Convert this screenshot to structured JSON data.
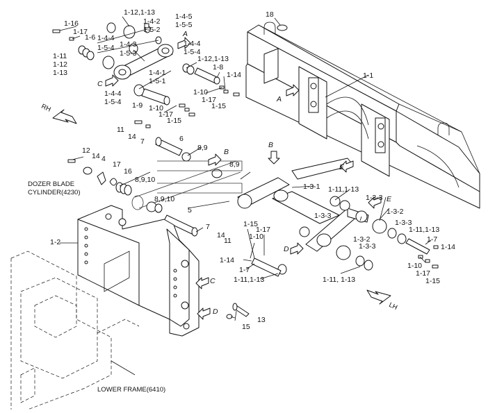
{
  "diagram": {
    "callouts": [
      {
        "id": "c1",
        "text": "1-12,1-13"
      },
      {
        "id": "c2",
        "text": "1-16"
      },
      {
        "id": "c3",
        "text": "1-17"
      },
      {
        "id": "c4",
        "text": "1-6"
      },
      {
        "id": "c5",
        "text": "1-4-5"
      },
      {
        "id": "c6",
        "text": "1-4-2"
      },
      {
        "id": "c7",
        "text": "1-5-5"
      },
      {
        "id": "c8",
        "text": "1-5-2"
      },
      {
        "id": "c9",
        "text": "1-4-4"
      },
      {
        "id": "c10",
        "text": "1-4-3"
      },
      {
        "id": "c11",
        "text": "1-5-4"
      },
      {
        "id": "c12",
        "text": "1-5-3"
      },
      {
        "id": "c13",
        "text": "1-4-4"
      },
      {
        "id": "c14",
        "text": "1-5-4"
      },
      {
        "id": "c15",
        "text": "1-11"
      },
      {
        "id": "c16",
        "text": "1-12"
      },
      {
        "id": "c17",
        "text": "1-13"
      },
      {
        "id": "c18",
        "text": "1-12,1-13"
      },
      {
        "id": "c19",
        "text": "1-8"
      },
      {
        "id": "c20",
        "text": "1-14"
      },
      {
        "id": "c21",
        "text": "1-4-1"
      },
      {
        "id": "c22",
        "text": "1-5-1"
      },
      {
        "id": "c23",
        "text": "1-4-4"
      },
      {
        "id": "c24",
        "text": "1-5-4"
      },
      {
        "id": "c25",
        "text": "1-9"
      },
      {
        "id": "c26",
        "text": "1-10"
      },
      {
        "id": "c27",
        "text": "1-17"
      },
      {
        "id": "c28",
        "text": "1-15"
      },
      {
        "id": "c29",
        "text": "1-10"
      },
      {
        "id": "c30",
        "text": "1-17"
      },
      {
        "id": "c31",
        "text": "1-15"
      },
      {
        "id": "c32",
        "text": "18"
      },
      {
        "id": "c33",
        "text": "1-1"
      },
      {
        "id": "c34",
        "text": "11"
      },
      {
        "id": "c35",
        "text": "14"
      },
      {
        "id": "c36",
        "text": "7"
      },
      {
        "id": "c37",
        "text": "6"
      },
      {
        "id": "c38",
        "text": "8,9"
      },
      {
        "id": "c39",
        "text": "12"
      },
      {
        "id": "c40",
        "text": "14"
      },
      {
        "id": "c41",
        "text": "4"
      },
      {
        "id": "c42",
        "text": "17"
      },
      {
        "id": "c43",
        "text": "16"
      },
      {
        "id": "c44",
        "text": "8,9,10"
      },
      {
        "id": "c45",
        "text": "8,9"
      },
      {
        "id": "c46",
        "text": "DOZER BLADE"
      },
      {
        "id": "c47",
        "text": "CYLINDER(4230)"
      },
      {
        "id": "c48",
        "text": "8,9,10"
      },
      {
        "id": "c49",
        "text": "5"
      },
      {
        "id": "c50",
        "text": "1-3-1"
      },
      {
        "id": "c51",
        "text": "1-11,1-13"
      },
      {
        "id": "c52",
        "text": "1-3-3"
      },
      {
        "id": "c53",
        "text": "1-3-3"
      },
      {
        "id": "c54",
        "text": "1-3-2"
      },
      {
        "id": "c55",
        "text": "1-3-3"
      },
      {
        "id": "c56",
        "text": "1-11,1-13"
      },
      {
        "id": "c57",
        "text": "1-7"
      },
      {
        "id": "c58",
        "text": "1-14"
      },
      {
        "id": "c59",
        "text": "1-3-2"
      },
      {
        "id": "c60",
        "text": "1-3-3"
      },
      {
        "id": "c61",
        "text": "1-10"
      },
      {
        "id": "c62",
        "text": "1-17"
      },
      {
        "id": "c63",
        "text": "1-15"
      },
      {
        "id": "c64",
        "text": "1-2"
      },
      {
        "id": "c65",
        "text": "7"
      },
      {
        "id": "c66",
        "text": "14"
      },
      {
        "id": "c67",
        "text": "11"
      },
      {
        "id": "c68",
        "text": "1-15"
      },
      {
        "id": "c69",
        "text": "1-17"
      },
      {
        "id": "c70",
        "text": "1-10"
      },
      {
        "id": "c71",
        "text": "1-14"
      },
      {
        "id": "c72",
        "text": "1-7"
      },
      {
        "id": "c73",
        "text": "1-11,1-13"
      },
      {
        "id": "c74",
        "text": "1-11, 1-13"
      },
      {
        "id": "c75",
        "text": "13"
      },
      {
        "id": "c76",
        "text": "15"
      },
      {
        "id": "c77",
        "text": "LOWER FRAME(6410)"
      }
    ],
    "view_letters": [
      {
        "id": "v1",
        "text": "A"
      },
      {
        "id": "v2",
        "text": "A"
      },
      {
        "id": "v3",
        "text": "B"
      },
      {
        "id": "v4",
        "text": "B"
      },
      {
        "id": "v5",
        "text": "C"
      },
      {
        "id": "v6",
        "text": "C"
      },
      {
        "id": "v7",
        "text": "D"
      },
      {
        "id": "v8",
        "text": "D"
      },
      {
        "id": "v9",
        "text": "E"
      },
      {
        "id": "v10",
        "text": "E"
      }
    ],
    "direction_markers": [
      {
        "id": "d1",
        "text": "RH"
      },
      {
        "id": "d2",
        "text": "LH"
      }
    ]
  }
}
